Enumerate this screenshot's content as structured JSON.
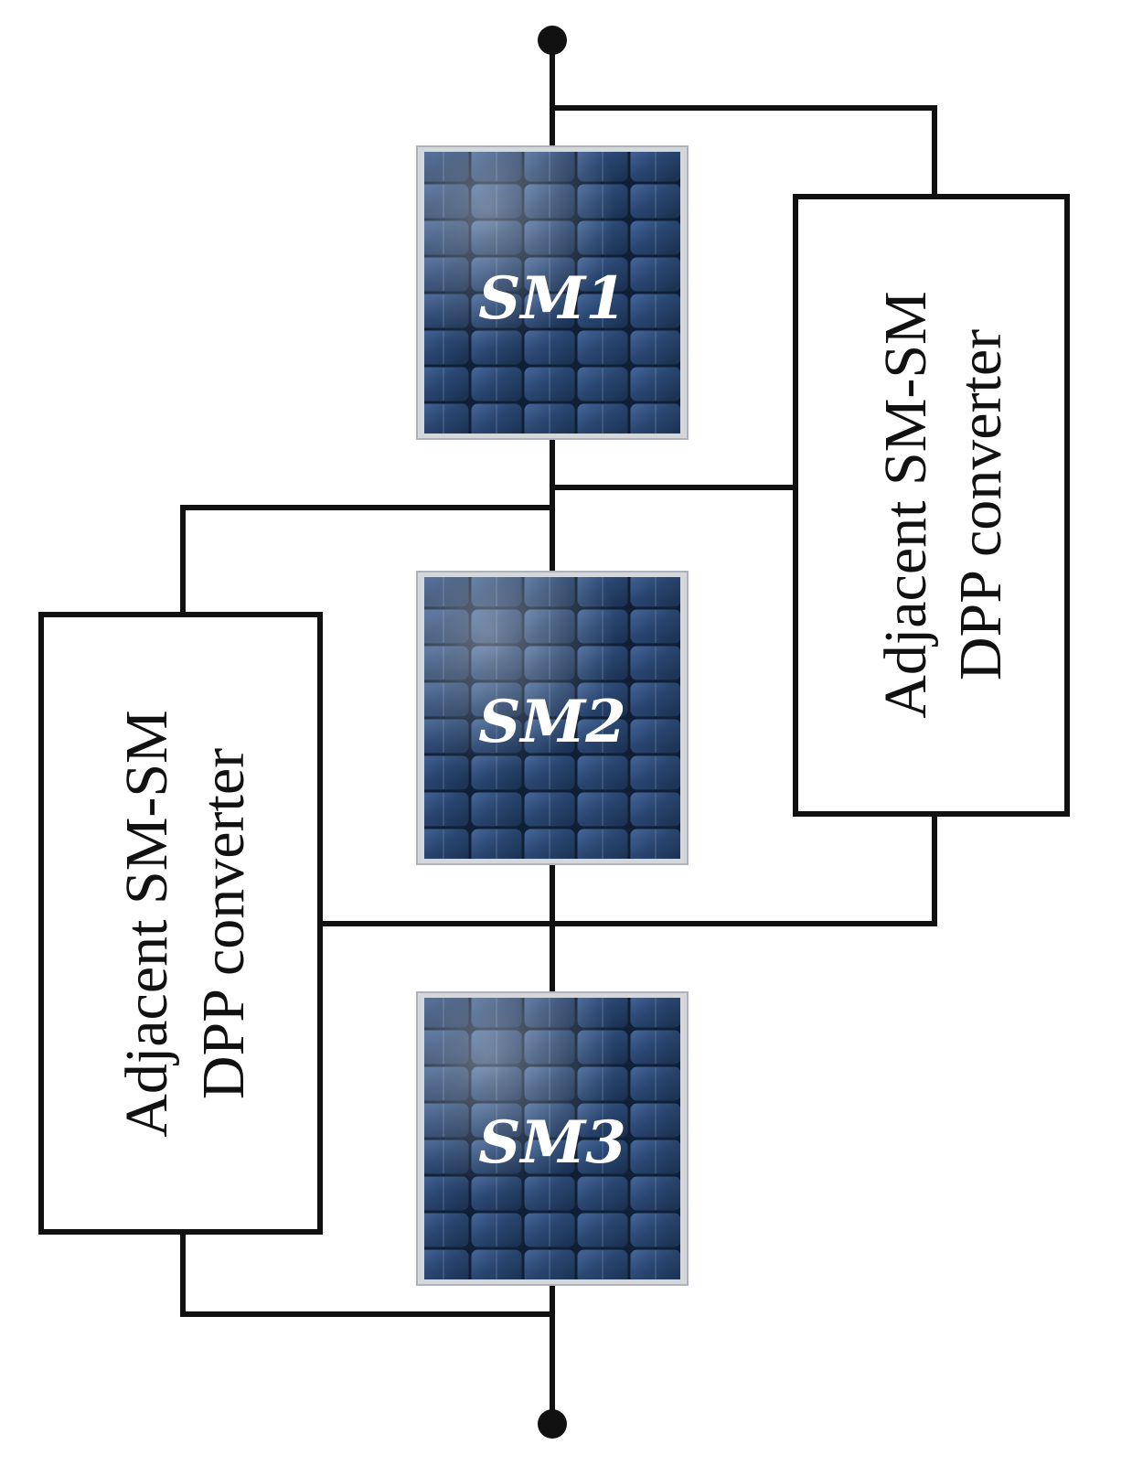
{
  "colors": {
    "wire": "#111111",
    "panel_frame": "#c9ccd1",
    "panel_cell_dark": "#1e3556",
    "panel_cell_light": "#3e5d88",
    "panel_text": "#ffffff",
    "box_fill": "#ffffff"
  },
  "panels": [
    {
      "label": "SM1"
    },
    {
      "label": "SM2"
    },
    {
      "label": "SM3"
    }
  ],
  "converters": [
    {
      "line1": "Adjacent SM-SM",
      "line2": "DPP converter"
    },
    {
      "line1": "Adjacent SM-SM",
      "line2": "DPP converter"
    }
  ],
  "terminals": [
    {
      "name": "positive-terminal"
    },
    {
      "name": "negative-terminal"
    }
  ]
}
